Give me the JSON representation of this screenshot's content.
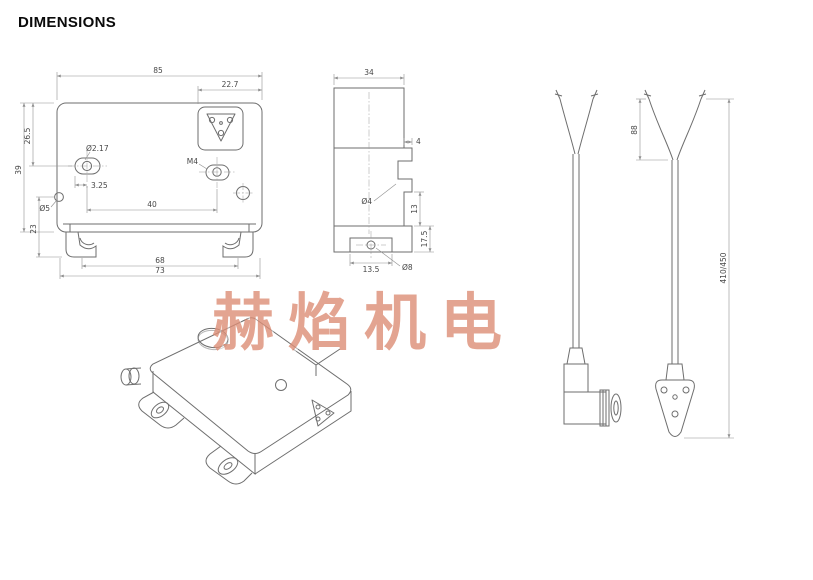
{
  "title": "DIMENSIONS",
  "watermark": {
    "text": "赫焰机电",
    "color": "#dd8e76"
  },
  "front_view": {
    "dims": {
      "overall_width": "85",
      "connector_width": "22.7",
      "top_to_slot": "26.5",
      "left_height": "39",
      "lower_height": "23",
      "side_hole": "Ø5",
      "slot_hole": "Ø2.17",
      "slot_offset": "3.25",
      "slot_spacing": "40",
      "foot_spacing": "68",
      "overall_bottom": "73",
      "thread": "M4"
    }
  },
  "side_view": {
    "dims": {
      "overall_depth": "34",
      "step": "4",
      "hole": "Ø4",
      "latch_height": "13",
      "foot_height": "17.5",
      "foot_width": "13.5",
      "bottom_hole": "Ø8"
    }
  },
  "cable_view": {
    "dims": {
      "split_length": "88",
      "cable_length": "410/450"
    }
  }
}
